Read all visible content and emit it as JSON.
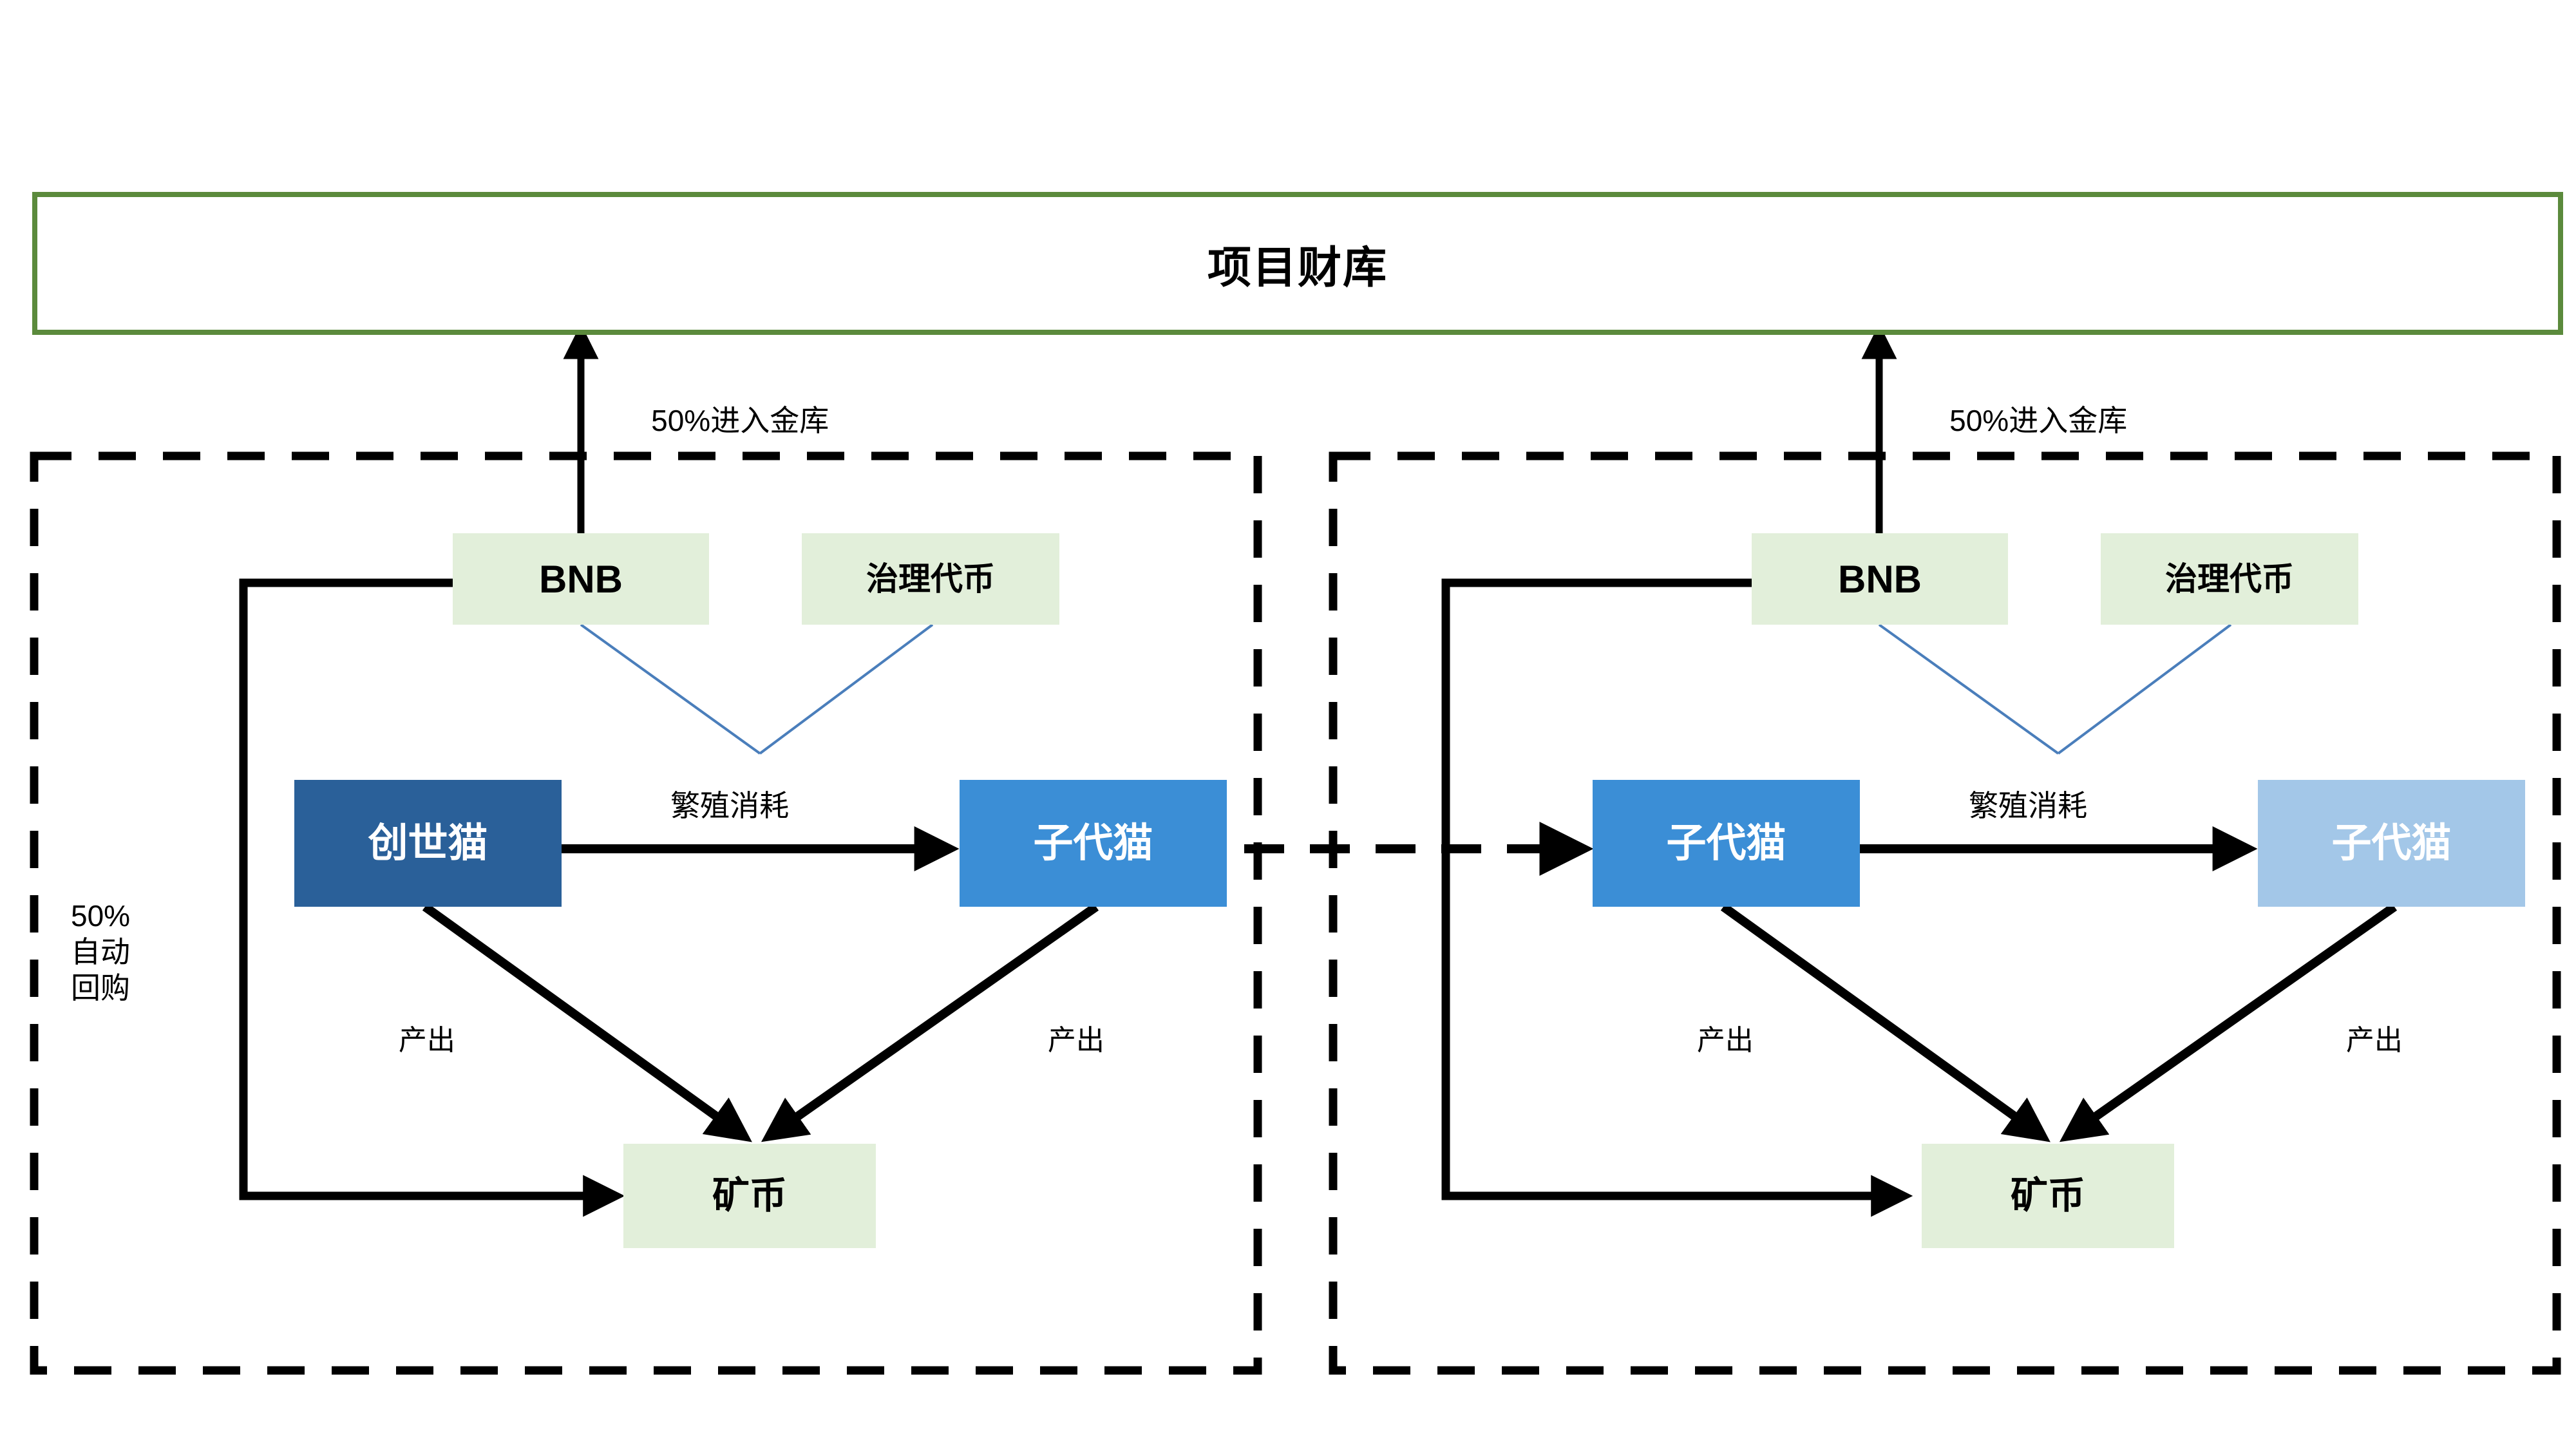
{
  "treasury": {
    "title": "项目财库",
    "border_color": "#5b8a3c"
  },
  "colors": {
    "green_fill": "#e2efda",
    "treasury_border": "#5b8a3c",
    "blue_dark": "#2a6099",
    "blue_mid": "#3b8ed6",
    "blue_light": "#a3c7e8",
    "thin_connector": "#4a7ebb",
    "edge": "#000000"
  },
  "panels": [
    {
      "id": "generation-1",
      "nodes": {
        "bnb": "BNB",
        "governance_token": "治理代币",
        "parent_cat": "创世猫",
        "child_cat": "子代猫",
        "coin": "矿币"
      },
      "labels": {
        "to_treasury": "50%进入金库",
        "buyback": "50%\n自动\n回购",
        "breed_cost": "繁殖消耗",
        "output_left": "产出",
        "output_right": "产出"
      }
    },
    {
      "id": "generation-2",
      "nodes": {
        "bnb": "BNB",
        "governance_token": "治理代币",
        "parent_cat": "子代猫",
        "child_cat": "子代猫",
        "coin": "矿币"
      },
      "labels": {
        "to_treasury": "50%进入金库",
        "breed_cost": "繁殖消耗",
        "output_left": "产出",
        "output_right": "产出"
      }
    }
  ]
}
